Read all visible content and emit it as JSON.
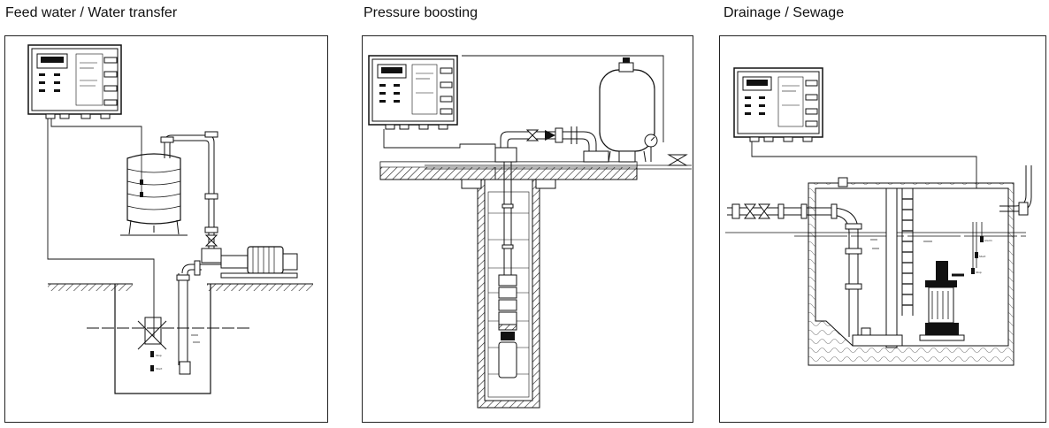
{
  "panels": [
    {
      "title": "Feed water / Water transfer"
    },
    {
      "title": "Pressure boosting"
    },
    {
      "title": "Drainage / Sewage"
    }
  ],
  "float_labels": {
    "panel1": [
      "Stop",
      "Start"
    ],
    "panel3": [
      "Alarm",
      "Start",
      "Stop"
    ]
  },
  "icons": [
    "control-panel-icon",
    "water-tank-icon",
    "centrifugal-pump-icon",
    "motor-icon",
    "submersible-pump-icon",
    "pressure-vessel-icon",
    "pressure-gauge-icon",
    "gate-valve-icon",
    "float-switch-icon",
    "ladder-icon",
    "sewage-pump-icon"
  ]
}
